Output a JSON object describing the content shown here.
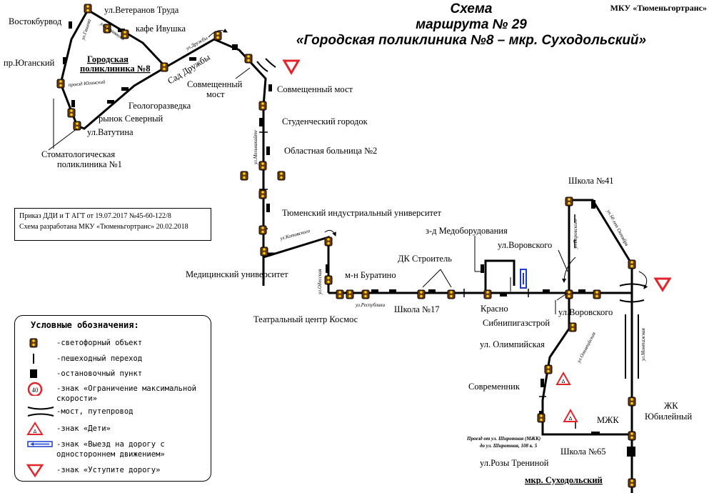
{
  "header": {
    "line1": "Схема",
    "line2": "маршрута № 29",
    "line3": "«Городская поликлиника №8 – мкр. Суходольский»",
    "org": "МКУ «Тюменьгортранс»"
  },
  "note": {
    "line1": "Приказ ДДИ и Т АГТ от 19.07.2017 №45-60-122/8",
    "line2": "Схема разработана МКУ «Тюменьгортранс» 20.02.2018"
  },
  "legend": {
    "title": "Условные обозначения:",
    "speed_value": "40",
    "items": [
      "-светофорный объект",
      "-пешеходный переход",
      "-остановочный пункт",
      "-знак «Ограничение максимальной скорости»",
      "-мост, путепровод",
      "-знак «Дети»",
      "-знак «Выезд на дорогу с одностороннем движением»",
      "-знак «Уступите дорогу»"
    ]
  },
  "stops": {
    "vostokburvod": "Востокбурвод",
    "veteranov": "ул.Ветеранов Труда",
    "kafe": "кафе Ивушка",
    "yuganskiy": "пр.Юганский",
    "gor_poliklinika_1": "Городская",
    "gor_poliklinika_2": "поликлиника №8",
    "sad_druzhby": "Сад Дружбы",
    "geologorazvedka": "Геологоразведка",
    "rynok": "рынок Северный",
    "vatutina": "ул.Ватутина",
    "stomat_1": "Стоматологическая",
    "stomat_2": "поликлиника №1",
    "sovm_most_1": "Совмещенный",
    "sovm_most_2": "мост",
    "sovm_most_r": "Совмещенный мост",
    "stud_gorodok": "Студенческий городок",
    "obl_bolnitsa": "Областная больница №2",
    "tiu": "Тюменский индустриальный университет",
    "med_univ": "Медицинский университет",
    "teatr": "Театральный центр Космос",
    "buratino": "м-н Буратино",
    "dk_stroitel": "ДК Строитель",
    "shkola17": "Школа №17",
    "medoborud": "з-д Медоборудования",
    "vorovskogo_top": "ул.Воровского",
    "vorovskogo_bot": "ул.Воровского",
    "krasno": "Красно",
    "sibnigaz": "Сибнипигазстрой",
    "shkola41": "Школа №41",
    "olimpiyskaya": "ул. Олимпийская",
    "sovremennik": "Современник",
    "mzhk": "МЖК",
    "zhk_1": "ЖК",
    "zhk_2": "Юбилейный",
    "shkola65": "Школа №65",
    "rozy": "ул.Розы Трениной",
    "sukhodolskiy": "мкр. Суходольский"
  },
  "streets": {
    "gasheva": "ул.Гашева",
    "permyakova": "ул.Пермякова",
    "druzhby": "ул.Дружбы",
    "proezd_yuganskiy": "проезд Юганский",
    "melnikaite": "ул.Мельникайте",
    "kotovskogo": "ул.Котовского",
    "odesskaya": "ул.Одесская",
    "respubliki": "ул.Республики",
    "vorovskogo_v": "ул.Воровского",
    "let50_oktyabrya": "ул.50 лет Октября",
    "olimpiyskaya_v": "ул.Олимпийская",
    "montazhnaya": "ул.Монтажная",
    "proezd_1": "Проезд от ул. Широтная (МЖК)",
    "proezd_2": "до ул. Широтная, 108 к. 5"
  },
  "colors": {
    "route": "#000000",
    "sign_red": "#e3242b",
    "sign_blue": "#1a3cc8",
    "traffic_light_body": "#6b3b12"
  }
}
